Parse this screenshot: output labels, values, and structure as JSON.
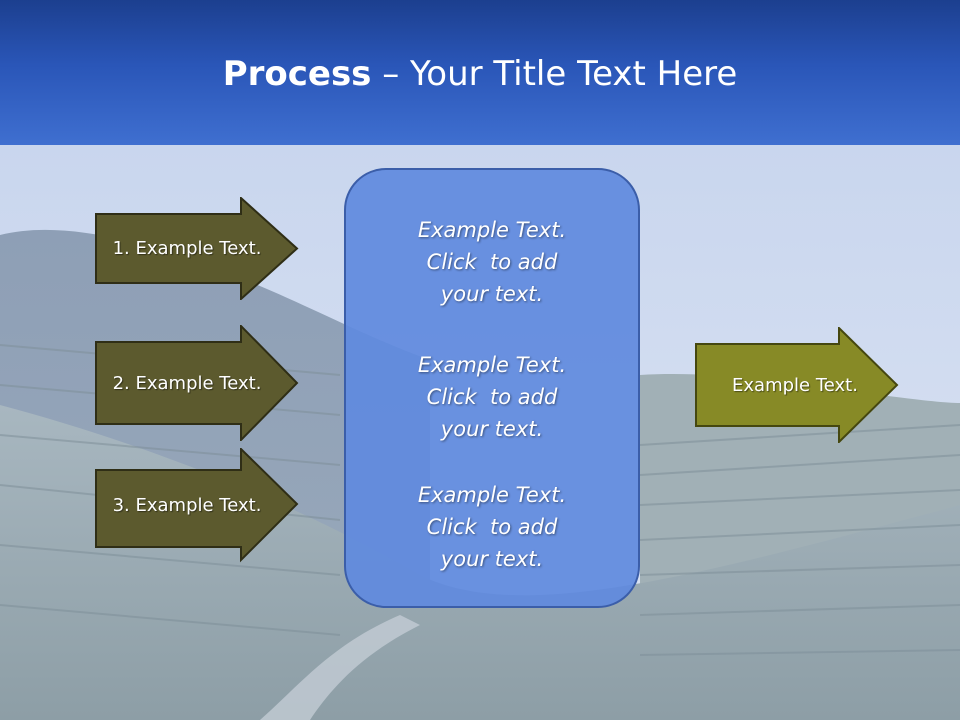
{
  "title": {
    "bold": "Process",
    "rest": " – Your Title Text Here"
  },
  "left_arrows": [
    {
      "label": "1. Example Text."
    },
    {
      "label": "2. Example Text."
    },
    {
      "label": "3. Example Text."
    }
  ],
  "center_box": {
    "paragraphs": [
      {
        "lines": [
          "Example Text.",
          "Click  to add",
          "your text."
        ]
      },
      {
        "lines": [
          "Example Text.",
          "Click  to add",
          "your text."
        ]
      },
      {
        "lines": [
          "Example Text.",
          "Click  to add",
          "your text."
        ]
      }
    ]
  },
  "right_arrow": {
    "label": "Example Text."
  },
  "colors": {
    "title_band": "#2a56b8",
    "left_arrow_fill": "#5c5a2e",
    "right_arrow_fill": "#878a26",
    "center_box_fill": "#6b8fdf"
  }
}
